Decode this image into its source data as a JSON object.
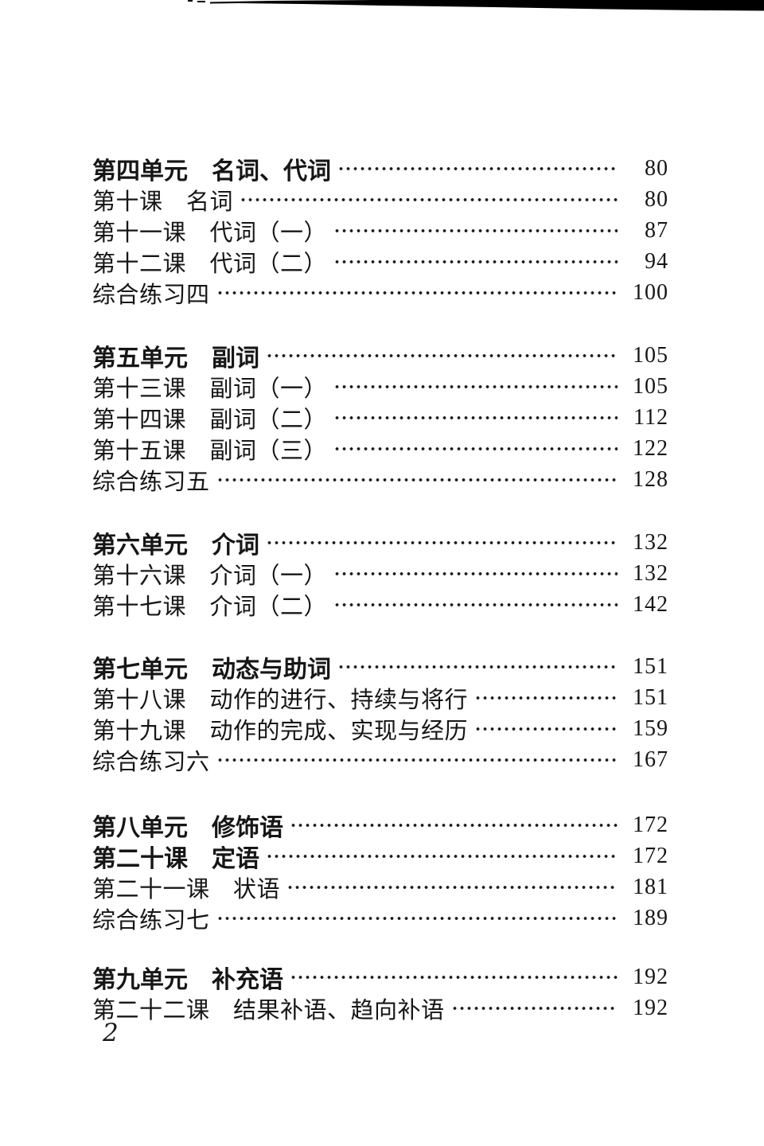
{
  "toc": {
    "sections": [
      {
        "rows": [
          {
            "label": "第四单元　名词、代词",
            "page": "80"
          },
          {
            "label": "第十课　名词",
            "page": "80"
          },
          {
            "label": "第十一课　代词（一）",
            "page": "87"
          },
          {
            "label": "第十二课　代词（二）",
            "page": "94"
          },
          {
            "label": "综合练习四",
            "page": "100"
          }
        ]
      },
      {
        "rows": [
          {
            "label": "第五单元　副词",
            "page": "105"
          },
          {
            "label": "第十三课　副词（一）",
            "page": "105"
          },
          {
            "label": "第十四课　副词（二）",
            "page": "112"
          },
          {
            "label": "第十五课　副词（三）",
            "page": "122"
          },
          {
            "label": "综合练习五",
            "page": "128"
          }
        ]
      },
      {
        "rows": [
          {
            "label": "第六单元　介词",
            "page": "132"
          },
          {
            "label": "第十六课　介词（一）",
            "page": "132"
          },
          {
            "label": "第十七课　介词（二）",
            "page": "142"
          }
        ]
      },
      {
        "rows": [
          {
            "label": "第七单元　动态与助词",
            "page": "151"
          },
          {
            "label": "第十八课　动作的进行、持续与将行",
            "page": "151"
          },
          {
            "label": "第十九课　动作的完成、实现与经历",
            "page": "159"
          },
          {
            "label": "综合练习六",
            "page": "167"
          }
        ]
      },
      {
        "rows": [
          {
            "label": "第八单元　修饰语",
            "page": "172"
          },
          {
            "label": "第二十课　定语",
            "page": "172"
          },
          {
            "label": "第二十一课　状语",
            "page": "181"
          },
          {
            "label": "综合练习七",
            "page": "189"
          }
        ]
      },
      {
        "rows": [
          {
            "label": "第九单元　补充语",
            "page": "192"
          },
          {
            "label": "第二十二课　结果补语、趋向补语",
            "page": "192"
          }
        ]
      }
    ]
  },
  "footer": {
    "page_number": "2"
  }
}
